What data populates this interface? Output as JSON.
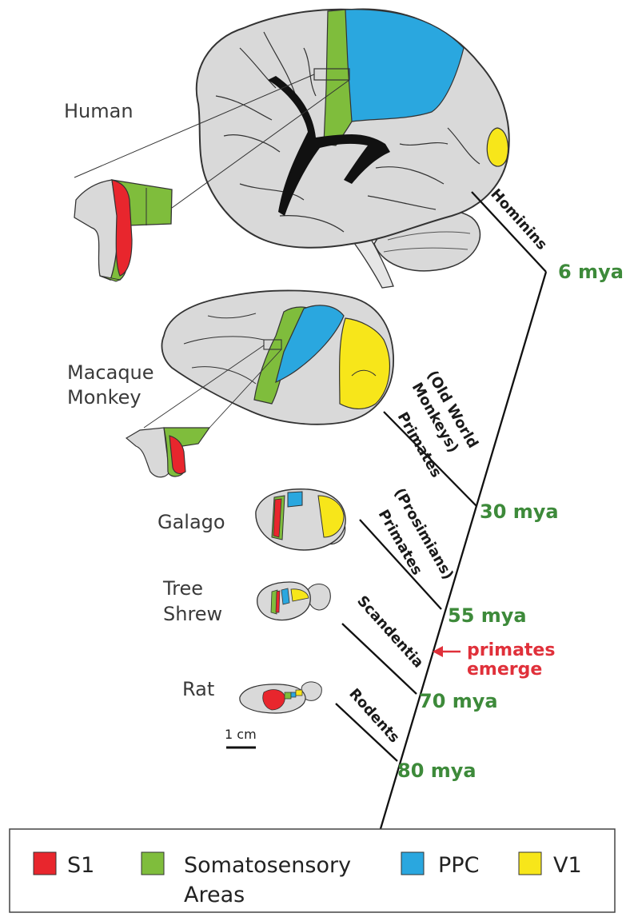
{
  "species": {
    "human": "Human",
    "macaque_line1": "Macaque",
    "macaque_line2": "Monkey",
    "galago": "Galago",
    "tree_shrew_line1": "Tree",
    "tree_shrew_line2": "Shrew",
    "rat": "Rat"
  },
  "clades": {
    "hominins": "Hominins",
    "old_world_line1": "(Old World",
    "old_world_line2": "Monkeys)",
    "old_world_line3": "Primates",
    "prosimians_line1": "(Prosimians)",
    "prosimians_line2": "Primates",
    "scandentia": "Scandentia",
    "rodents": "Rodents"
  },
  "divergences": {
    "mya_6": "6 mya",
    "mya_30": "30 mya",
    "mya_55": "55 mya",
    "mya_70": "70 mya",
    "mya_80": "80 mya"
  },
  "annotation": {
    "emerge_line1": "primates",
    "emerge_line2": "emerge"
  },
  "scale_bar": {
    "label": "1 cm"
  },
  "legend": {
    "s1": "S1",
    "somato_line1": "Somatosensory",
    "somato_line2": "Areas",
    "ppc": "PPC",
    "v1": "V1"
  },
  "colors": {
    "s1": "#e8262d",
    "somatosensory": "#7fbd3c",
    "ppc": "#2aa7df",
    "v1": "#f7e61a",
    "cortex": "#d9d9d9",
    "divergence_text": "#3d8a3a",
    "emerge_text": "#e0303a"
  }
}
